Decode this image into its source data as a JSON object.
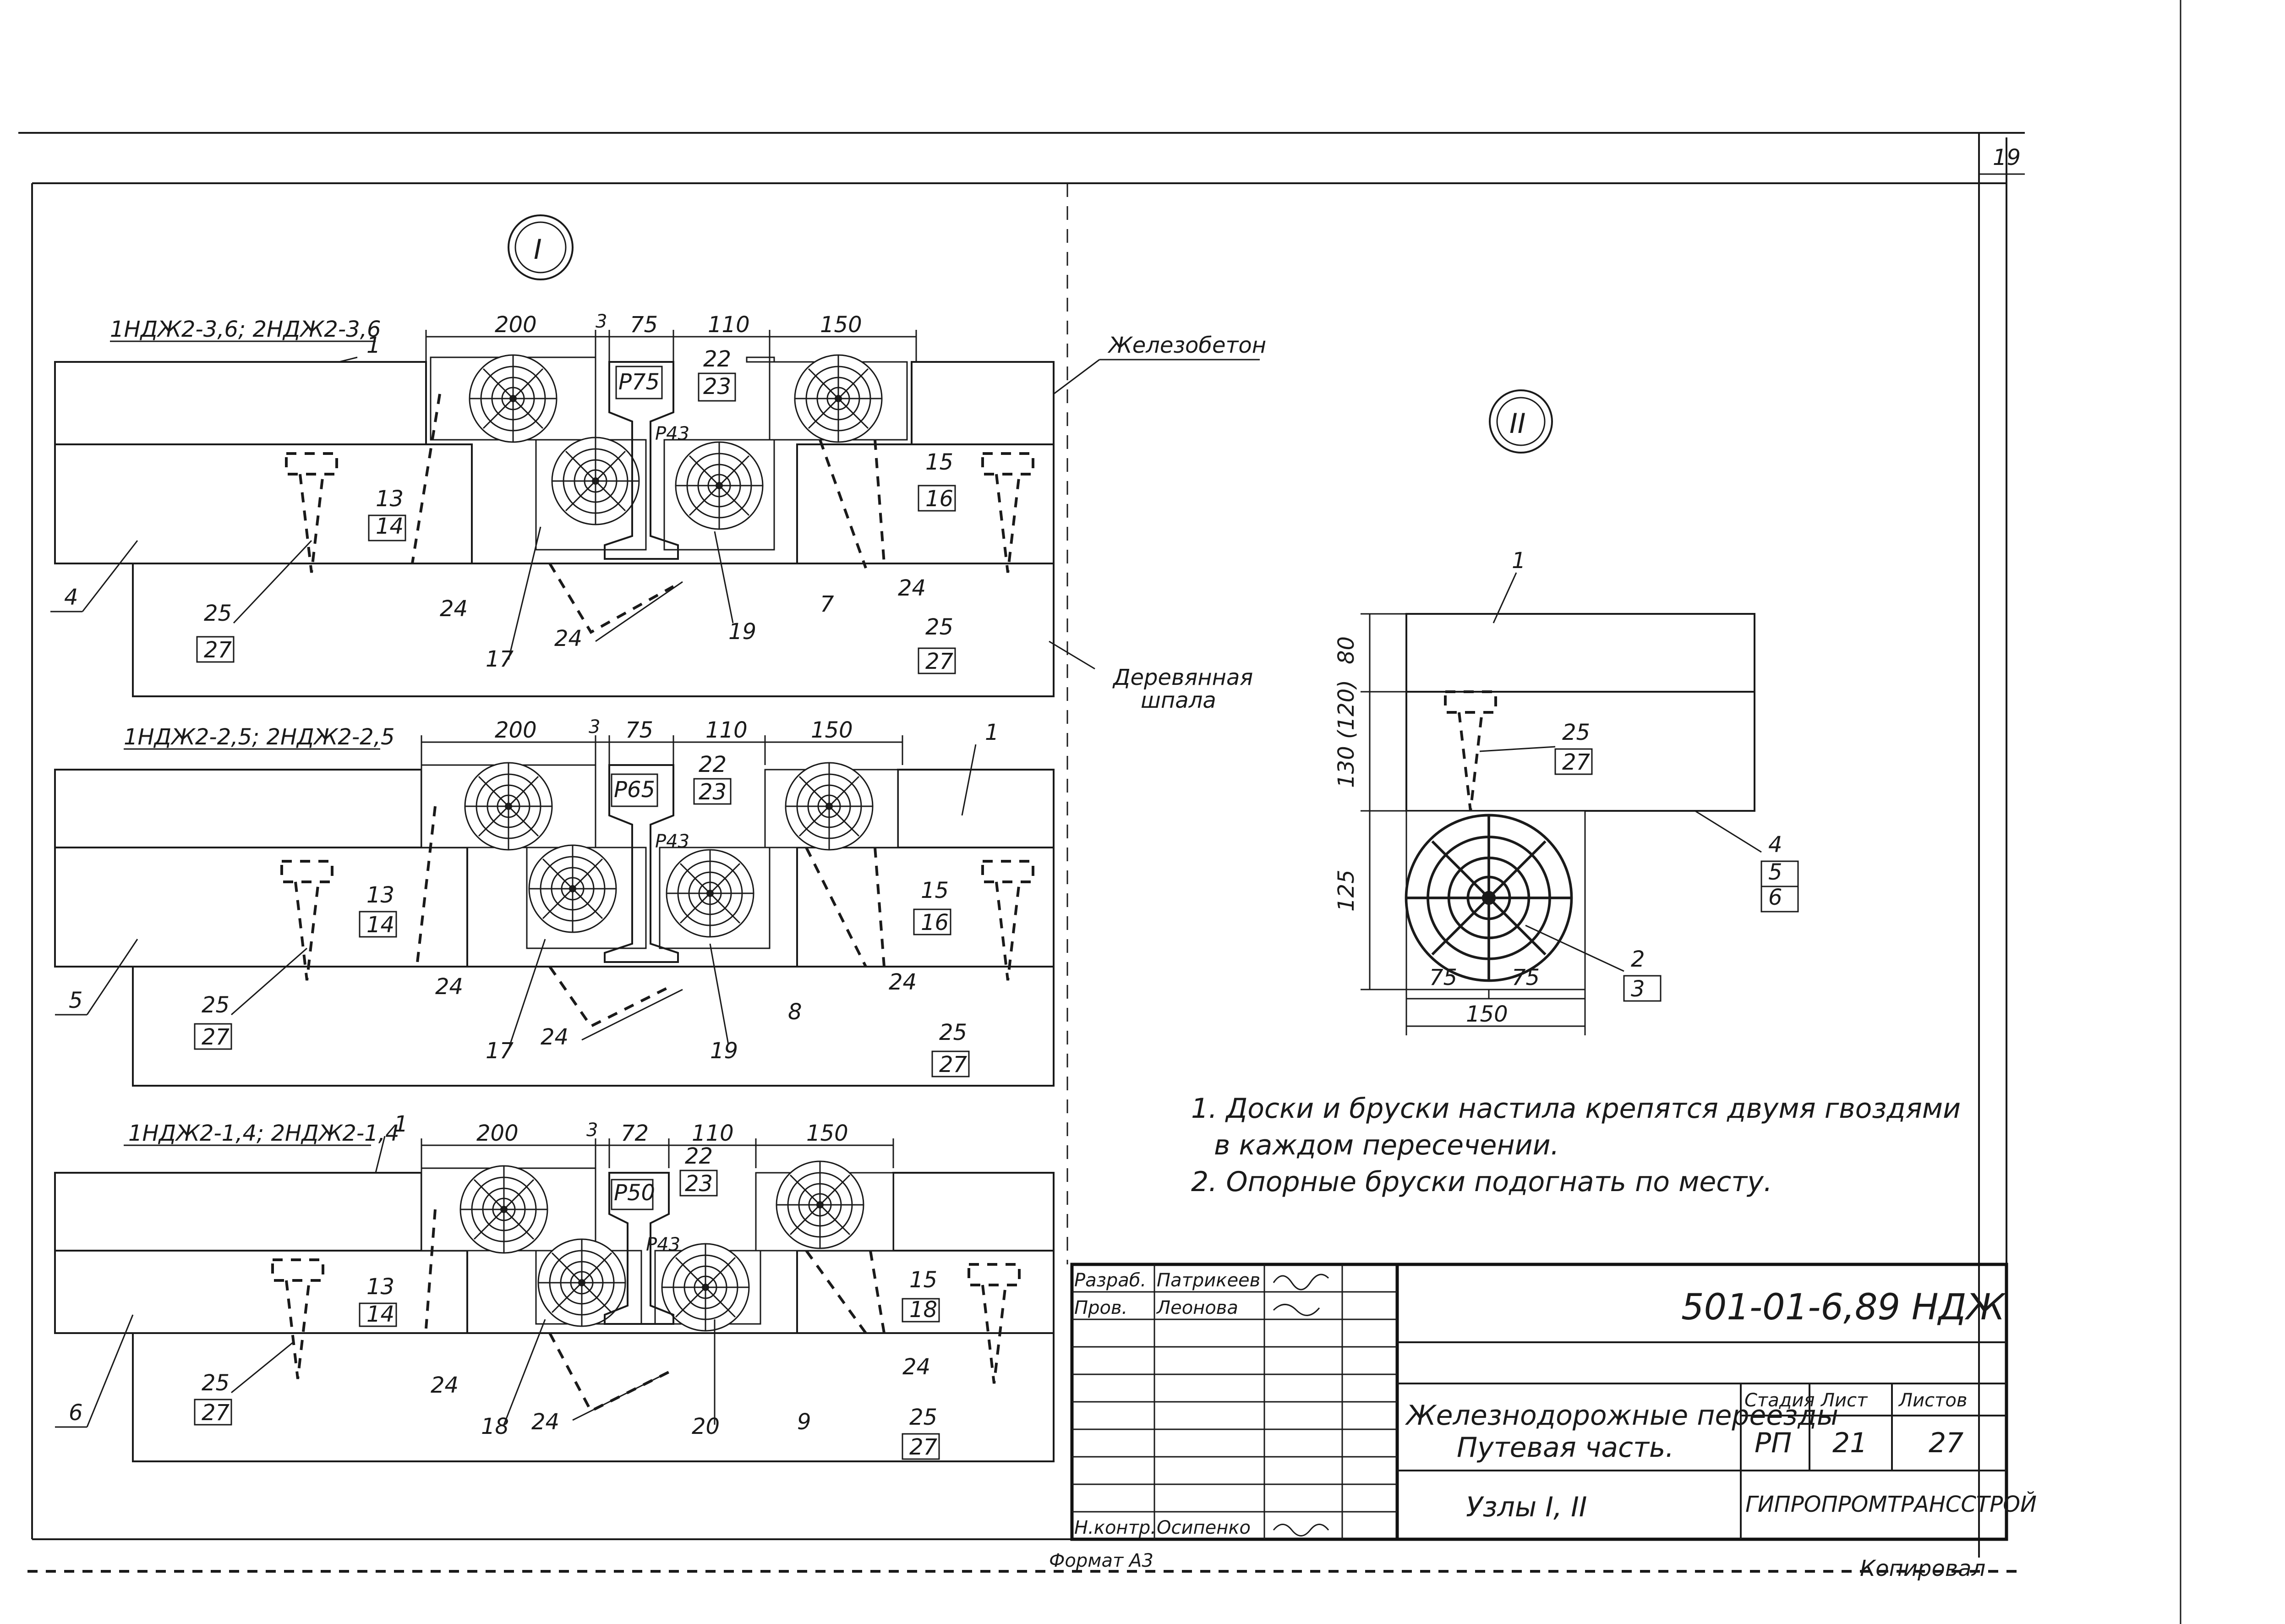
{
  "sheet": {
    "page_number": "19",
    "format_label": "Формат A3",
    "copied_label": "Копировал"
  },
  "node1": {
    "marker": "I",
    "sections": [
      {
        "id": "top",
        "label": "1НДЖ2-3,6; 2НДЖ2-3,6",
        "rail": "Р75",
        "rail_secondary": "Р43",
        "dims": [
          "200",
          "3",
          "75",
          "110",
          "150"
        ],
        "callouts": [
          "1",
          "22",
          "23",
          "15",
          "16",
          "13",
          "14",
          "4",
          "25",
          "27",
          "24",
          "17",
          "24",
          "19",
          "7",
          "24",
          "25",
          "27"
        ]
      },
      {
        "id": "middle",
        "label": "1НДЖ2-2,5; 2НДЖ2-2,5",
        "rail": "Р65",
        "rail_secondary": "Р43",
        "dims": [
          "200",
          "3",
          "75",
          "110",
          "150"
        ],
        "callouts": [
          "1",
          "22",
          "23",
          "15",
          "16",
          "13",
          "14",
          "5",
          "25",
          "27",
          "24",
          "17",
          "24",
          "19",
          "8",
          "24",
          "25",
          "27"
        ]
      },
      {
        "id": "bottom",
        "label": "1НДЖ2-1,4; 2НДЖ2-1,4",
        "rail": "Р50",
        "rail_secondary": "Р43",
        "dims": [
          "200",
          "3",
          "72",
          "110",
          "150"
        ],
        "callouts": [
          "1",
          "22",
          "23",
          "15",
          "18",
          "13",
          "14",
          "6",
          "25",
          "27",
          "24",
          "18",
          "24",
          "20",
          "9",
          "24",
          "25",
          "27"
        ]
      }
    ],
    "material_concrete": "Железобетон",
    "material_sleeper_line1": "Деревянная",
    "material_sleeper_line2": "шпала"
  },
  "node2": {
    "marker": "II",
    "dims_vertical": [
      "80",
      "130 (120)",
      "125"
    ],
    "dims_horizontal": [
      "75",
      "75",
      "150"
    ],
    "callouts": [
      "1",
      "25",
      "27",
      "4",
      "5",
      "6",
      "2",
      "3"
    ]
  },
  "notes": [
    "1. Доски и бруски настила крепятся двумя гвоздями",
    "в каждом пересечении.",
    "2. Опорные бруски подогнать по месту."
  ],
  "title_block": {
    "designation": "501-01-6,89 НДЖ",
    "roles": [
      {
        "role": "Разраб.",
        "name": "Патрикеев"
      },
      {
        "role": "Пров.",
        "name": "Леонова"
      },
      {
        "role": "Н.контр.",
        "name": "Осипенко"
      }
    ],
    "title_line1": "Железнодорожные переезды",
    "title_line2": "Путевая часть.",
    "subtitle": "Узлы I, II",
    "stage_header": "Стадия",
    "sheet_header": "Лист",
    "sheets_header": "Листов",
    "stage": "РП",
    "sheet": "21",
    "sheets": "27",
    "organization": "ГИПРОПРОМТРАНССТРОЙ"
  }
}
